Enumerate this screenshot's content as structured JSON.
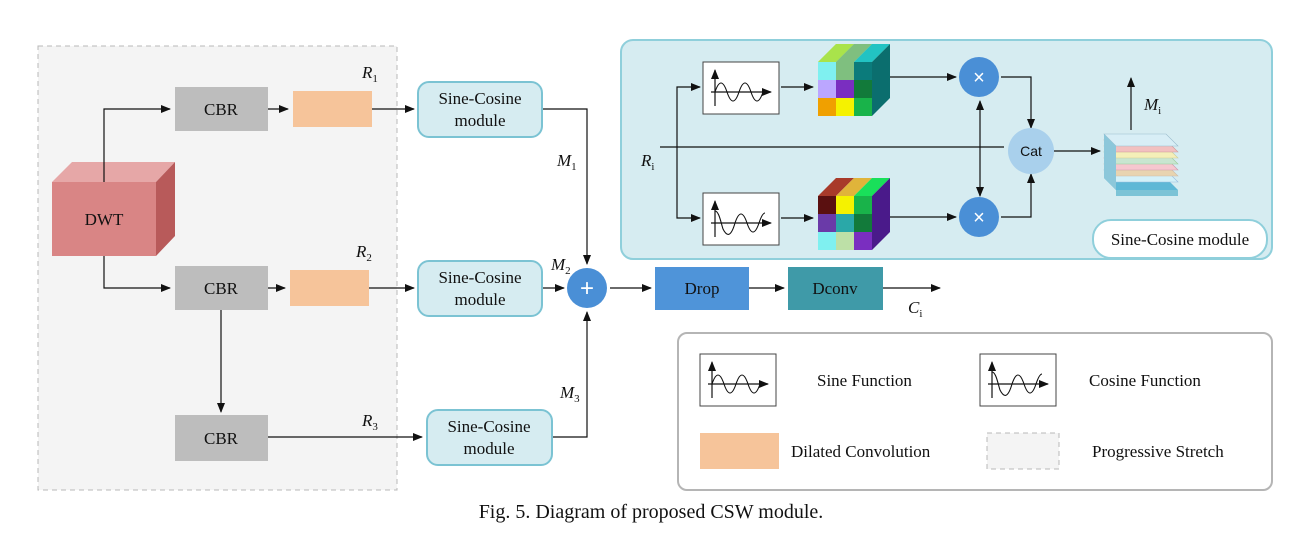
{
  "colors": {
    "stretch_fill": "#f4f4f4",
    "stretch_border": "#b8b8b8",
    "cbr_fill": "#bdbdbd",
    "dilated_fill": "#f6c49a",
    "module_fill": "#d6ecf1",
    "module_border": "#7bc3d3",
    "sum_fill": "#4a8fd6",
    "drop_fill": "#4f94d9",
    "dconv_fill": "#3f9aa8",
    "dwt_front": "#d98585",
    "dwt_top": "#e6a7a7",
    "dwt_side": "#b85a5a",
    "detail_border": "#8fcfdb",
    "detail_fill": "#d6ecf1",
    "cat_fill": "#a9d0ec",
    "legend_border": "#b5b5b5"
  },
  "icons": {
    "sum": "plus-circle-icon",
    "multiply": "multiply-circle-icon",
    "sine": "sine-wave-icon",
    "cosine": "cosine-wave-icon",
    "cube": "colored-feature-cube-icon",
    "stack": "stacked-feature-maps-icon"
  },
  "labels": {
    "dwt": "DWT",
    "cbr": "CBR",
    "module_line1": "Sine-Cosine",
    "module_line2": "module",
    "plus": "+",
    "drop": "Drop",
    "dconv": "Dconv",
    "cat": "Cat",
    "times": "×",
    "detail_title": "Sine-Cosine module"
  },
  "math": {
    "R": "R",
    "M": "M",
    "C": "C",
    "sub1": "1",
    "sub2": "2",
    "sub3": "3",
    "subi": "i"
  },
  "legend": {
    "sine": "Sine Function",
    "cosine": "Cosine Function",
    "dilated": "Dilated Convolution",
    "stretch": "Progressive Stretch"
  },
  "caption": "Fig. 5. Diagram of proposed CSW module."
}
